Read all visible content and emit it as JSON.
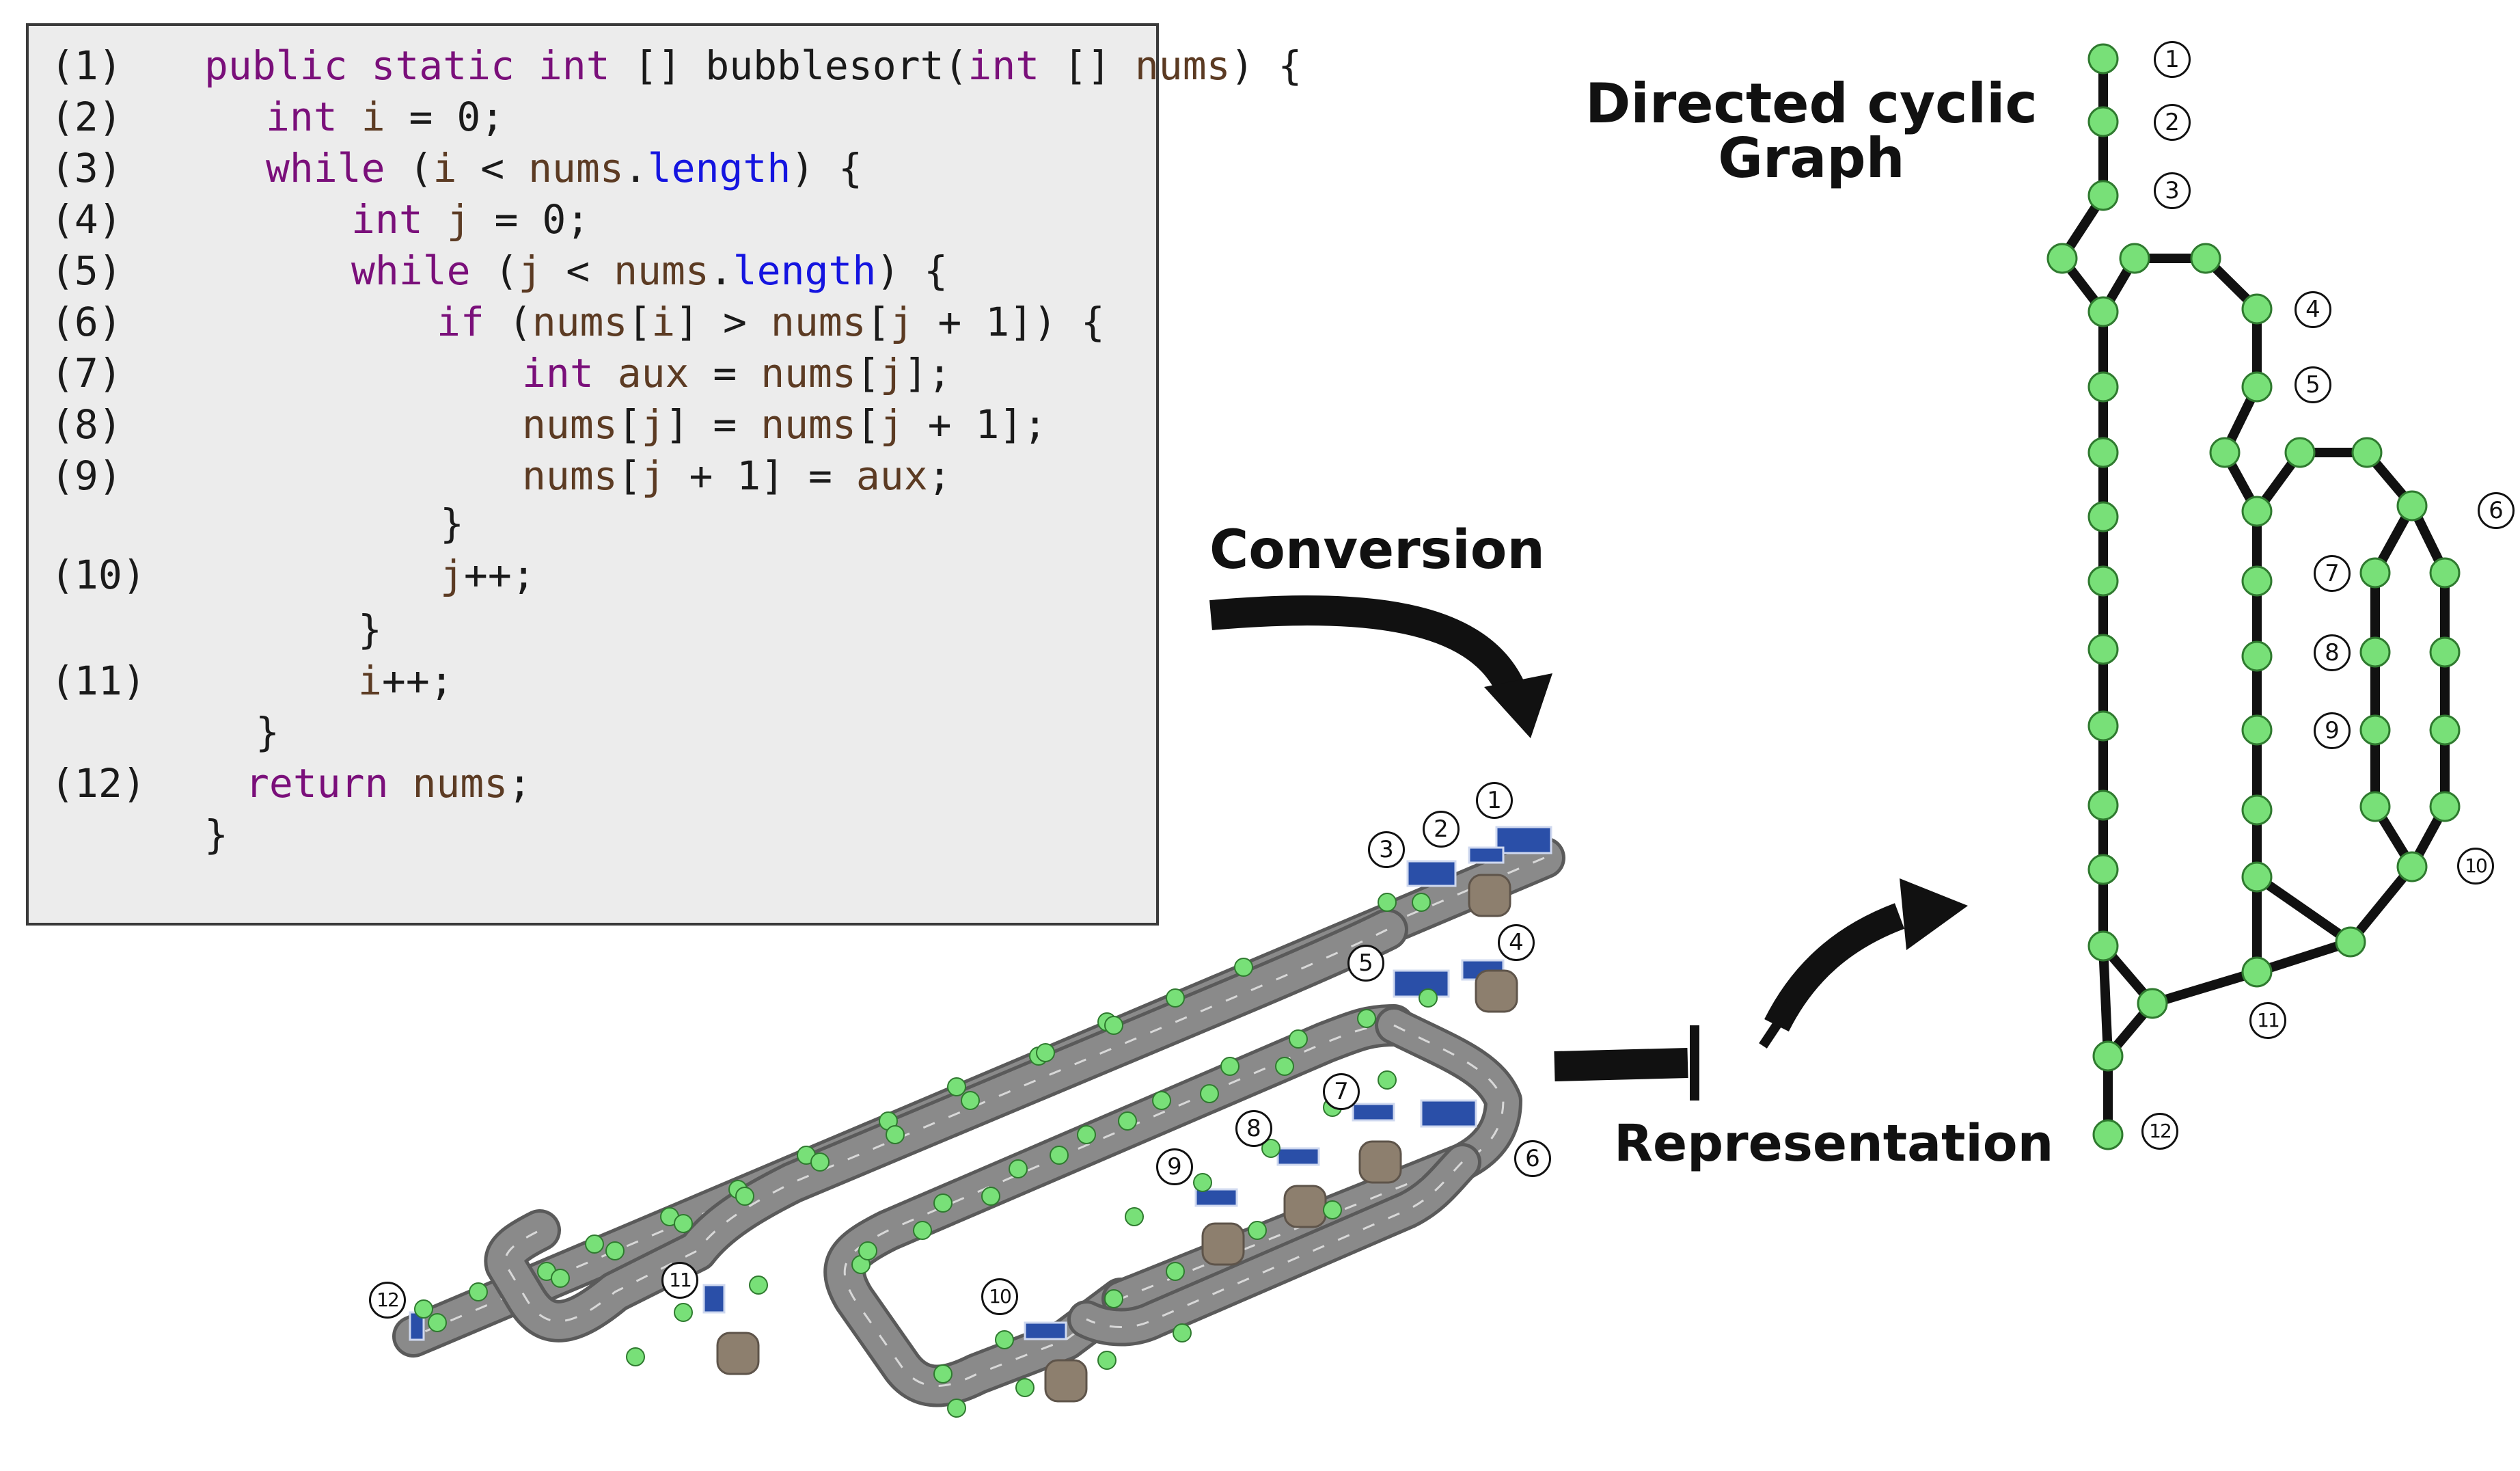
{
  "code": {
    "lines": [
      {
        "num": "(1)",
        "tokens": [
          [
            "kw",
            "public static int "
          ],
          [
            "pl",
            "[] bubblesort("
          ],
          [
            "kw",
            "int"
          ],
          [
            "pl",
            " [] "
          ],
          [
            "var",
            "nums"
          ],
          [
            "pl",
            ") {"
          ]
        ]
      },
      {
        "num": "(2)",
        "tokens": [
          [
            "kw",
            "int "
          ],
          [
            "var",
            "i"
          ],
          [
            "pl",
            " = 0;"
          ]
        ]
      },
      {
        "num": "(3)",
        "tokens": [
          [
            "kw",
            "while"
          ],
          [
            "pl",
            " ("
          ],
          [
            "var",
            "i"
          ],
          [
            "pl",
            " < "
          ],
          [
            "var",
            "nums"
          ],
          [
            "pl",
            "."
          ],
          [
            "fld",
            "length"
          ],
          [
            "pl",
            ") {"
          ]
        ]
      },
      {
        "num": "(4)",
        "tokens": [
          [
            "kw",
            "int "
          ],
          [
            "var",
            "j"
          ],
          [
            "pl",
            " = 0;"
          ]
        ]
      },
      {
        "num": "(5)",
        "tokens": [
          [
            "kw",
            "while"
          ],
          [
            "pl",
            " ("
          ],
          [
            "var",
            "j"
          ],
          [
            "pl",
            " < "
          ],
          [
            "var",
            "nums"
          ],
          [
            "pl",
            "."
          ],
          [
            "fld",
            "length"
          ],
          [
            "pl",
            ") {"
          ]
        ]
      },
      {
        "num": "(6)",
        "tokens": [
          [
            "kw",
            "if"
          ],
          [
            "pl",
            " ("
          ],
          [
            "var",
            "nums"
          ],
          [
            "pl",
            "["
          ],
          [
            "var",
            "i"
          ],
          [
            "pl",
            "] > "
          ],
          [
            "var",
            "nums"
          ],
          [
            "pl",
            "["
          ],
          [
            "var",
            "j"
          ],
          [
            "pl",
            " + 1]) {"
          ]
        ]
      },
      {
        "num": "(7)",
        "tokens": [
          [
            "kw",
            "int "
          ],
          [
            "var",
            "aux"
          ],
          [
            "pl",
            " = "
          ],
          [
            "var",
            "nums"
          ],
          [
            "pl",
            "["
          ],
          [
            "var",
            "j"
          ],
          [
            "pl",
            "];"
          ]
        ]
      },
      {
        "num": "(8)",
        "tokens": [
          [
            "var",
            "nums"
          ],
          [
            "pl",
            "["
          ],
          [
            "var",
            "j"
          ],
          [
            "pl",
            "] = "
          ],
          [
            "var",
            "nums"
          ],
          [
            "pl",
            "["
          ],
          [
            "var",
            "j"
          ],
          [
            "pl",
            " + 1];"
          ]
        ]
      },
      {
        "num": "(9)",
        "tokens": [
          [
            "var",
            "nums"
          ],
          [
            "pl",
            "["
          ],
          [
            "var",
            "j"
          ],
          [
            "pl",
            " + 1] = "
          ],
          [
            "var",
            "aux"
          ],
          [
            "pl",
            ";"
          ]
        ]
      },
      {
        "num": "",
        "tokens": [
          [
            "pl",
            "}"
          ]
        ]
      },
      {
        "num": "(10)",
        "tokens": [
          [
            "var",
            "j"
          ],
          [
            "pl",
            "++;"
          ]
        ]
      },
      {
        "num": "",
        "tokens": [
          [
            "pl",
            "}"
          ]
        ]
      },
      {
        "num": "(11)",
        "tokens": [
          [
            "var",
            "i"
          ],
          [
            "pl",
            "++;"
          ]
        ]
      },
      {
        "num": "",
        "tokens": [
          [
            "pl",
            "}"
          ]
        ]
      },
      {
        "num": "(12)",
        "tokens": [
          [
            "kw",
            "return "
          ],
          [
            "var",
            "nums"
          ],
          [
            "pl",
            ";"
          ]
        ]
      },
      {
        "num": "",
        "tokens": [
          [
            "pl",
            "}"
          ]
        ]
      }
    ]
  },
  "labels": {
    "conversion": "Conversion",
    "representation": "Representation",
    "graph_title_line1": "Directed cyclic",
    "graph_title_line2": "Graph"
  },
  "graph_numbers": [
    "1",
    "2",
    "3",
    "4",
    "5",
    "6",
    "7",
    "8",
    "9",
    "10",
    "11",
    "12"
  ],
  "track_numbers": [
    "1",
    "2",
    "3",
    "4",
    "5",
    "6",
    "7",
    "8",
    "9",
    "10",
    "11",
    "12"
  ],
  "colors": {
    "node_fill": "#78e078",
    "node_stroke": "#2f7a2f",
    "edge": "#111111",
    "track": "#8a8a8a",
    "track_edge": "#5a5a5a",
    "sign": "#2a4fa8",
    "keyword": "#7a0f7a",
    "variable": "#5c3b23",
    "field": "#1414e0"
  }
}
